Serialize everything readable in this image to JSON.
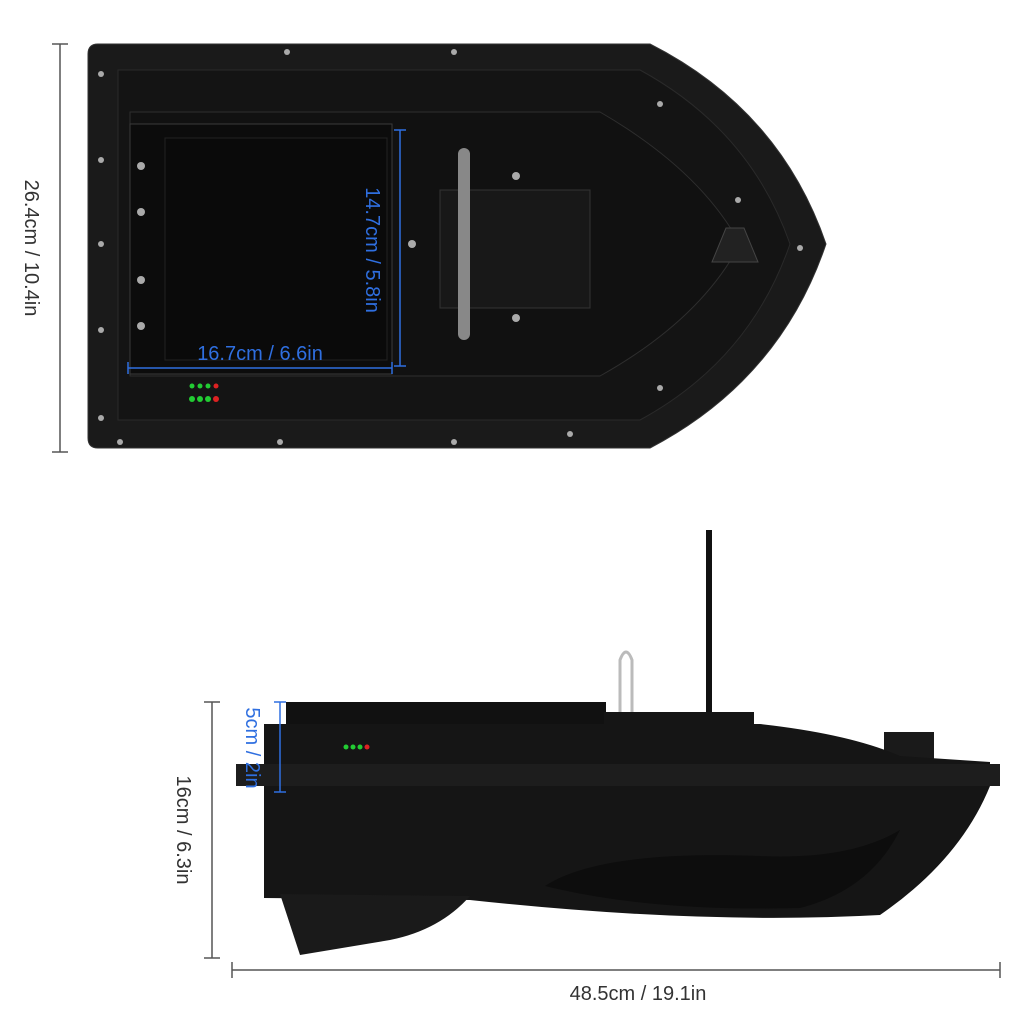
{
  "top_view": {
    "height_label": "26.4cm / 10.4in",
    "hopper_depth_label": "14.7cm / 5.8in",
    "hopper_width_label": "16.7cm / 6.6in"
  },
  "side_view": {
    "hopper_height_label": "5cm / 2in",
    "height_label": "16cm / 6.3in",
    "length_label": "48.5cm / 19.1in"
  },
  "colors": {
    "hull": "#161616",
    "dimension_line": "#555555",
    "highlight_dimension": "#2f6fe0",
    "led_green": "#22cc33",
    "led_red": "#dd2222"
  }
}
